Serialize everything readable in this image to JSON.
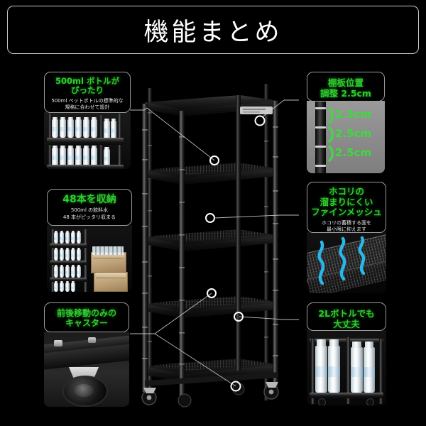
{
  "page": {
    "background_color": "#000000",
    "accent_green": "#2ecc2e",
    "accent_cyan": "#29b6e8",
    "border_color": "#9a9a9a"
  },
  "header": {
    "title": "機能まとめ"
  },
  "features": [
    {
      "id": "bottle-fit",
      "position": "top-left",
      "heading_lines": [
        "500ml ボトルが",
        "ぴったり"
      ],
      "sub_lines": [
        "500ml ペットボトルの標準的な",
        "規格に合わせて設計"
      ],
      "photo_alt": "rack-with-500ml-bottles-photo"
    },
    {
      "id": "shelf-adjust",
      "position": "top-right",
      "heading_lines": [
        "棚板位置",
        "調整 2.5cm"
      ],
      "sub_lines": [],
      "photo_alt": "pole-notch-spacing-photo",
      "measure_labels": [
        "2.5cm",
        "2.5cm",
        "2.5cm"
      ]
    },
    {
      "id": "capacity-48",
      "position": "middle-left",
      "heading_lines": [
        "48本を収納"
      ],
      "sub_lines": [
        "500ml の飲料水",
        "48 本がピッタリ収まる"
      ],
      "photo_alt": "rack-with-48-bottles-and-cartons-photo"
    },
    {
      "id": "fine-mesh",
      "position": "middle-right",
      "heading_lines": [
        "ホコリの",
        "溜まりにくい",
        "ファインメッシュ"
      ],
      "sub_lines": [
        "ホコリの蓄積する面を",
        "最小限に抑えます"
      ],
      "photo_alt": "fine-mesh-shelf-airflow-photo"
    },
    {
      "id": "caster",
      "position": "bottom-left",
      "heading_lines": [
        "前後移動のみの",
        "キャスター"
      ],
      "sub_lines": [],
      "photo_alt": "caster-wheel-closeup-photo"
    },
    {
      "id": "two-liter",
      "position": "bottom-right",
      "heading_lines": [
        "2Lボトルでも",
        "大丈夫"
      ],
      "sub_lines": [],
      "photo_alt": "rack-with-2l-bottles-photo"
    }
  ],
  "hero": {
    "alt": "five-tier-black-metal-rack-photo",
    "callout_markers": 6
  }
}
